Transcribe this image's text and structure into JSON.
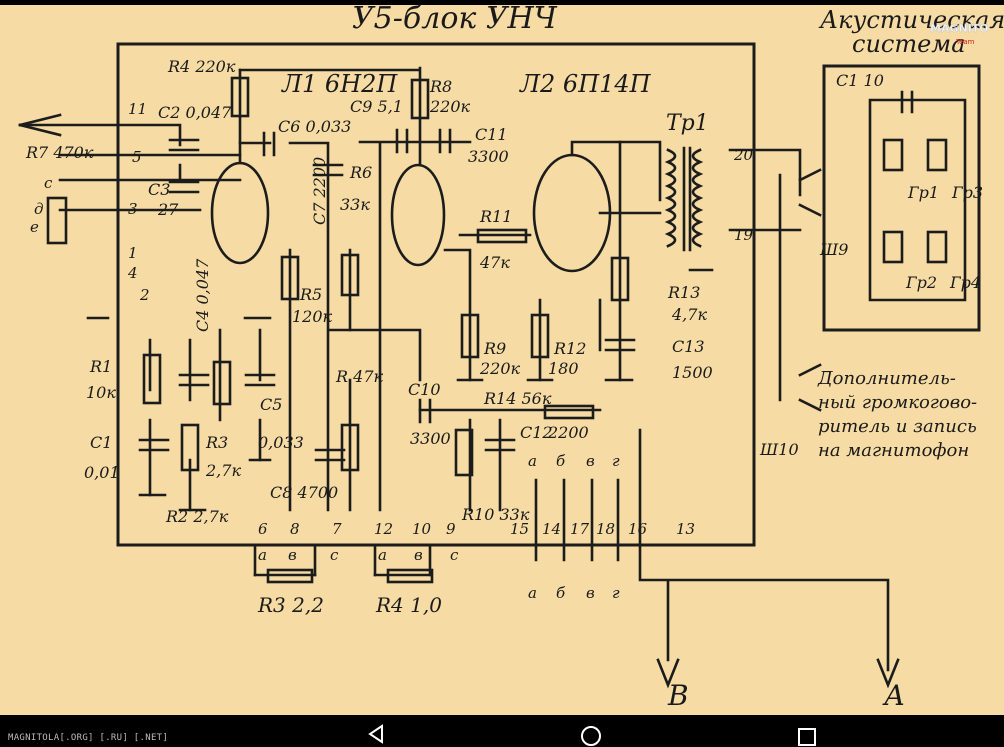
{
  "diagram": {
    "title": "У5-блок УНЧ",
    "speaker_box_title_l1": "Акустическая",
    "speaker_box_title_l2": "система",
    "extra_out_l1": "Дополнитель-",
    "extra_out_l2": "ный громкогово-",
    "extra_out_l3": "ритель и запись",
    "extra_out_l4": "на магнитофон",
    "tubes": {
      "l1": "Л1 6Н2П",
      "l2": "Л2 6П14П",
      "tr": "Тр1"
    },
    "components": {
      "r4_220k": "R4 220к",
      "r7_470k": "R7 470к",
      "r8": "R8",
      "r8_val": "220к",
      "c2": "C2 0,047",
      "c3": "C3",
      "c3_val": "27",
      "c6": "C6 0,033",
      "c9": "C9 5,1",
      "c11": "C11",
      "c11_val": "3300",
      "c7": "C7 2200",
      "r6": "R6",
      "r6_val": "33к",
      "r11": "R11",
      "r11_val": "47к",
      "r5": "R5",
      "r5_val": "120к",
      "r9": "R9",
      "r9_val": "220к",
      "r12": "R12",
      "r12_val": "180",
      "r13": "R13",
      "r13_val": "4,7к",
      "c13": "C13",
      "c13_val": "1500",
      "r1": "R1",
      "r1_val": "10к",
      "c4": "C4 0,047",
      "r3": "R3",
      "r3_val": "2,7к",
      "c5": "C5",
      "c5_val": "0,033",
      "c1": "C1",
      "c1_val": "0,01",
      "r2": "R2 2,7к",
      "c8": "C8 4700",
      "r4_47k": "R 47к",
      "c10": "C10",
      "c10_val": "3300",
      "r14": "R14 56к",
      "c12": "C12",
      "c12_val": "2200",
      "r10": "R10 33к",
      "r3pot": "R3 2,2",
      "r4pot": "R4 1,0",
      "c1sp": "C1 10",
      "gr1": "Гр1",
      "gr2": "Гр2",
      "gr3": "Гр3",
      "gr4": "Гр4",
      "sh9": "Ш9",
      "sh10": "Ш10"
    },
    "pins": {
      "p11": "11",
      "p5": "5",
      "p3": "3",
      "p1": "1",
      "p2": "2",
      "p4": "4",
      "p6": "6",
      "p7": "7",
      "p8": "8",
      "p9": "9",
      "p12": "12",
      "p10": "10",
      "p14": "14",
      "p15": "15",
      "p17": "17",
      "p18": "18",
      "p13": "13",
      "p16": "16",
      "p20": "20",
      "p19": "19",
      "ra": "а",
      "rb": "б",
      "rv": "в",
      "rg": "г",
      "pc": "с",
      "pd": "д",
      "pe": "е"
    },
    "outputs": {
      "b": "В",
      "a": "А"
    }
  },
  "watermark_text": "MAGNITOLA",
  "watermark_sub": "Team",
  "statusbar": {
    "site": "MAGNITOLA[.ORG] [.RU] [.NET]"
  },
  "colors": {
    "paper": "#f6dca4",
    "ink": "#1c1c1c",
    "background": "#000000",
    "nav_icon": "#ffffff"
  },
  "nav": {
    "back": "back-icon",
    "home": "home-icon",
    "recents": "recents-icon"
  }
}
